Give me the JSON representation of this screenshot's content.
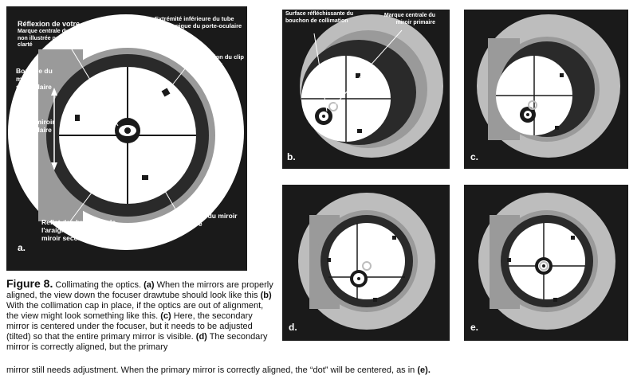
{
  "panels": {
    "a": {
      "tag": "a.",
      "labels": {
        "eye_reflection": "Réflexion de votre œil",
        "center_mark_note": "Marque centrale du miroir non illustrée pour plus de clarté",
        "focuser_end": "Extrémité inférieure du tube télescopique du porte-oculaire",
        "secondary_edge": "Bordure du miroir secondaire",
        "clip_reflection": "Réflexion du clip du miroir primaire",
        "secondary_holder": "Porte-miroir secondaire",
        "spider_reflection": "Reflet des branches de l'araignée du support du miroir secondaire",
        "primary_reflection": "Réflexion du miroir primaire"
      }
    },
    "b": {
      "tag": "b.",
      "labels": {
        "collimation_cap": "Surface réfléchissante du bouchon de collimation",
        "center_mark": "Marque centrale du miroir primaire"
      }
    },
    "c": {
      "tag": "c."
    },
    "d": {
      "tag": "d."
    },
    "e": {
      "tag": "e."
    }
  },
  "caption": {
    "figure": "Figure 8.",
    "intro": "Collimating the optics.",
    "a_ref": "(a)",
    "a_text": "When the mirrors are properly aligned, the view down the focuser drawtube should look like this",
    "b_ref": "(b)",
    "b_text": "With the collimation cap in place, if the optics are out of alignment, the view might look something like this.",
    "c_ref": "(c)",
    "c_text": "Here, the secondary mirror is centered under the focuser, but it needs to be adjusted (tilted) so that the entire primary mirror is visible.",
    "d_ref": "(d)",
    "d_text": "The secondary mirror is correctly aligned, but the primary",
    "tail": "mirror still needs adjustment. When the primary mirror is correctly aligned, the “dot” will be centered, as in",
    "e_ref": "(e).",
    "e_text": ""
  }
}
